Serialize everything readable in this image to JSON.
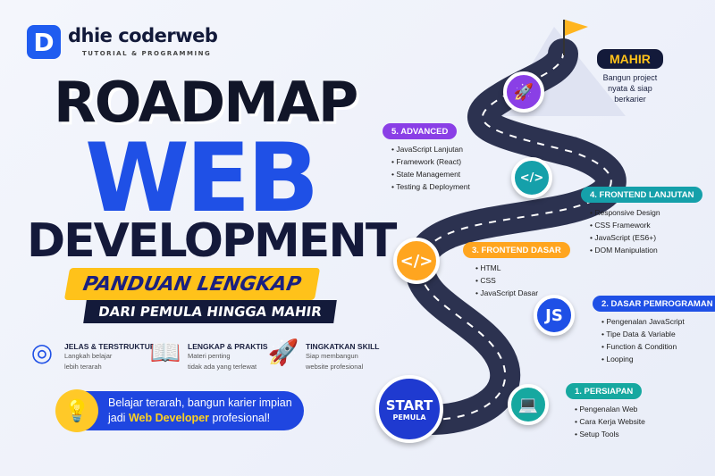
{
  "logo": {
    "mark": "D",
    "name": "dhie coderweb",
    "tagline": "TUTORIAL & PROGRAMMING"
  },
  "title": {
    "line1": "ROADMAP",
    "line2": "WEB",
    "line3": "DEVELOPMENT",
    "banner1": "PANDUAN LENGKAP",
    "banner2": "DARI PEMULA HINGGA MAHIR"
  },
  "features": [
    {
      "icon": "target-icon",
      "title": "JELAS & TERSTRUKTUR",
      "line1": "Langkah belajar",
      "line2": "lebih terarah"
    },
    {
      "icon": "book-icon",
      "title": "LENGKAP & PRAKTIS",
      "line1": "Materi penting",
      "line2": "tidak ada yang terlewat"
    },
    {
      "icon": "rocket-icon",
      "title": "TINGKATKAN SKILL",
      "line1": "Siap membangun",
      "line2": "website profesional"
    }
  ],
  "callout": {
    "pre": "Belajar terarah, bangun karier impian jadi ",
    "highlight": "Web Developer",
    "post": " profesional!"
  },
  "start": {
    "label": "START",
    "sub": "PEMULA"
  },
  "goal": {
    "title": "MAHIR",
    "line1": "Bangun project",
    "line2": "nyata & siap",
    "line3": "berkarier"
  },
  "stages": [
    {
      "title": "1. PERSIAPAN",
      "color": "#16a8a0",
      "items": [
        "Pengenalan Web",
        "Cara Kerja Website",
        "Setup Tools"
      ]
    },
    {
      "title": "2. DASAR PEMROGRAMAN",
      "color": "#1f50e6",
      "items": [
        "Pengenalan JavaScript",
        "Tipe Data & Variable",
        "Function & Condition",
        "Looping"
      ]
    },
    {
      "title": "3. FRONTEND DASAR",
      "color": "#ffa51f",
      "items": [
        "HTML",
        "CSS",
        "JavaScript Dasar"
      ]
    },
    {
      "title": "4. FRONTEND LANJUTAN",
      "color": "#15a0aa",
      "items": [
        "Responsive Design",
        "CSS Framework",
        "JavaScript (ES6+)",
        "DOM Manipulation"
      ]
    },
    {
      "title": "5. ADVANCED",
      "color": "#8a3fe6",
      "items": [
        "JavaScript Lanjutan",
        "Framework (React)",
        "State Management",
        "Testing & Deployment"
      ]
    }
  ],
  "markers": {
    "js": "JS",
    "code": "</>"
  }
}
